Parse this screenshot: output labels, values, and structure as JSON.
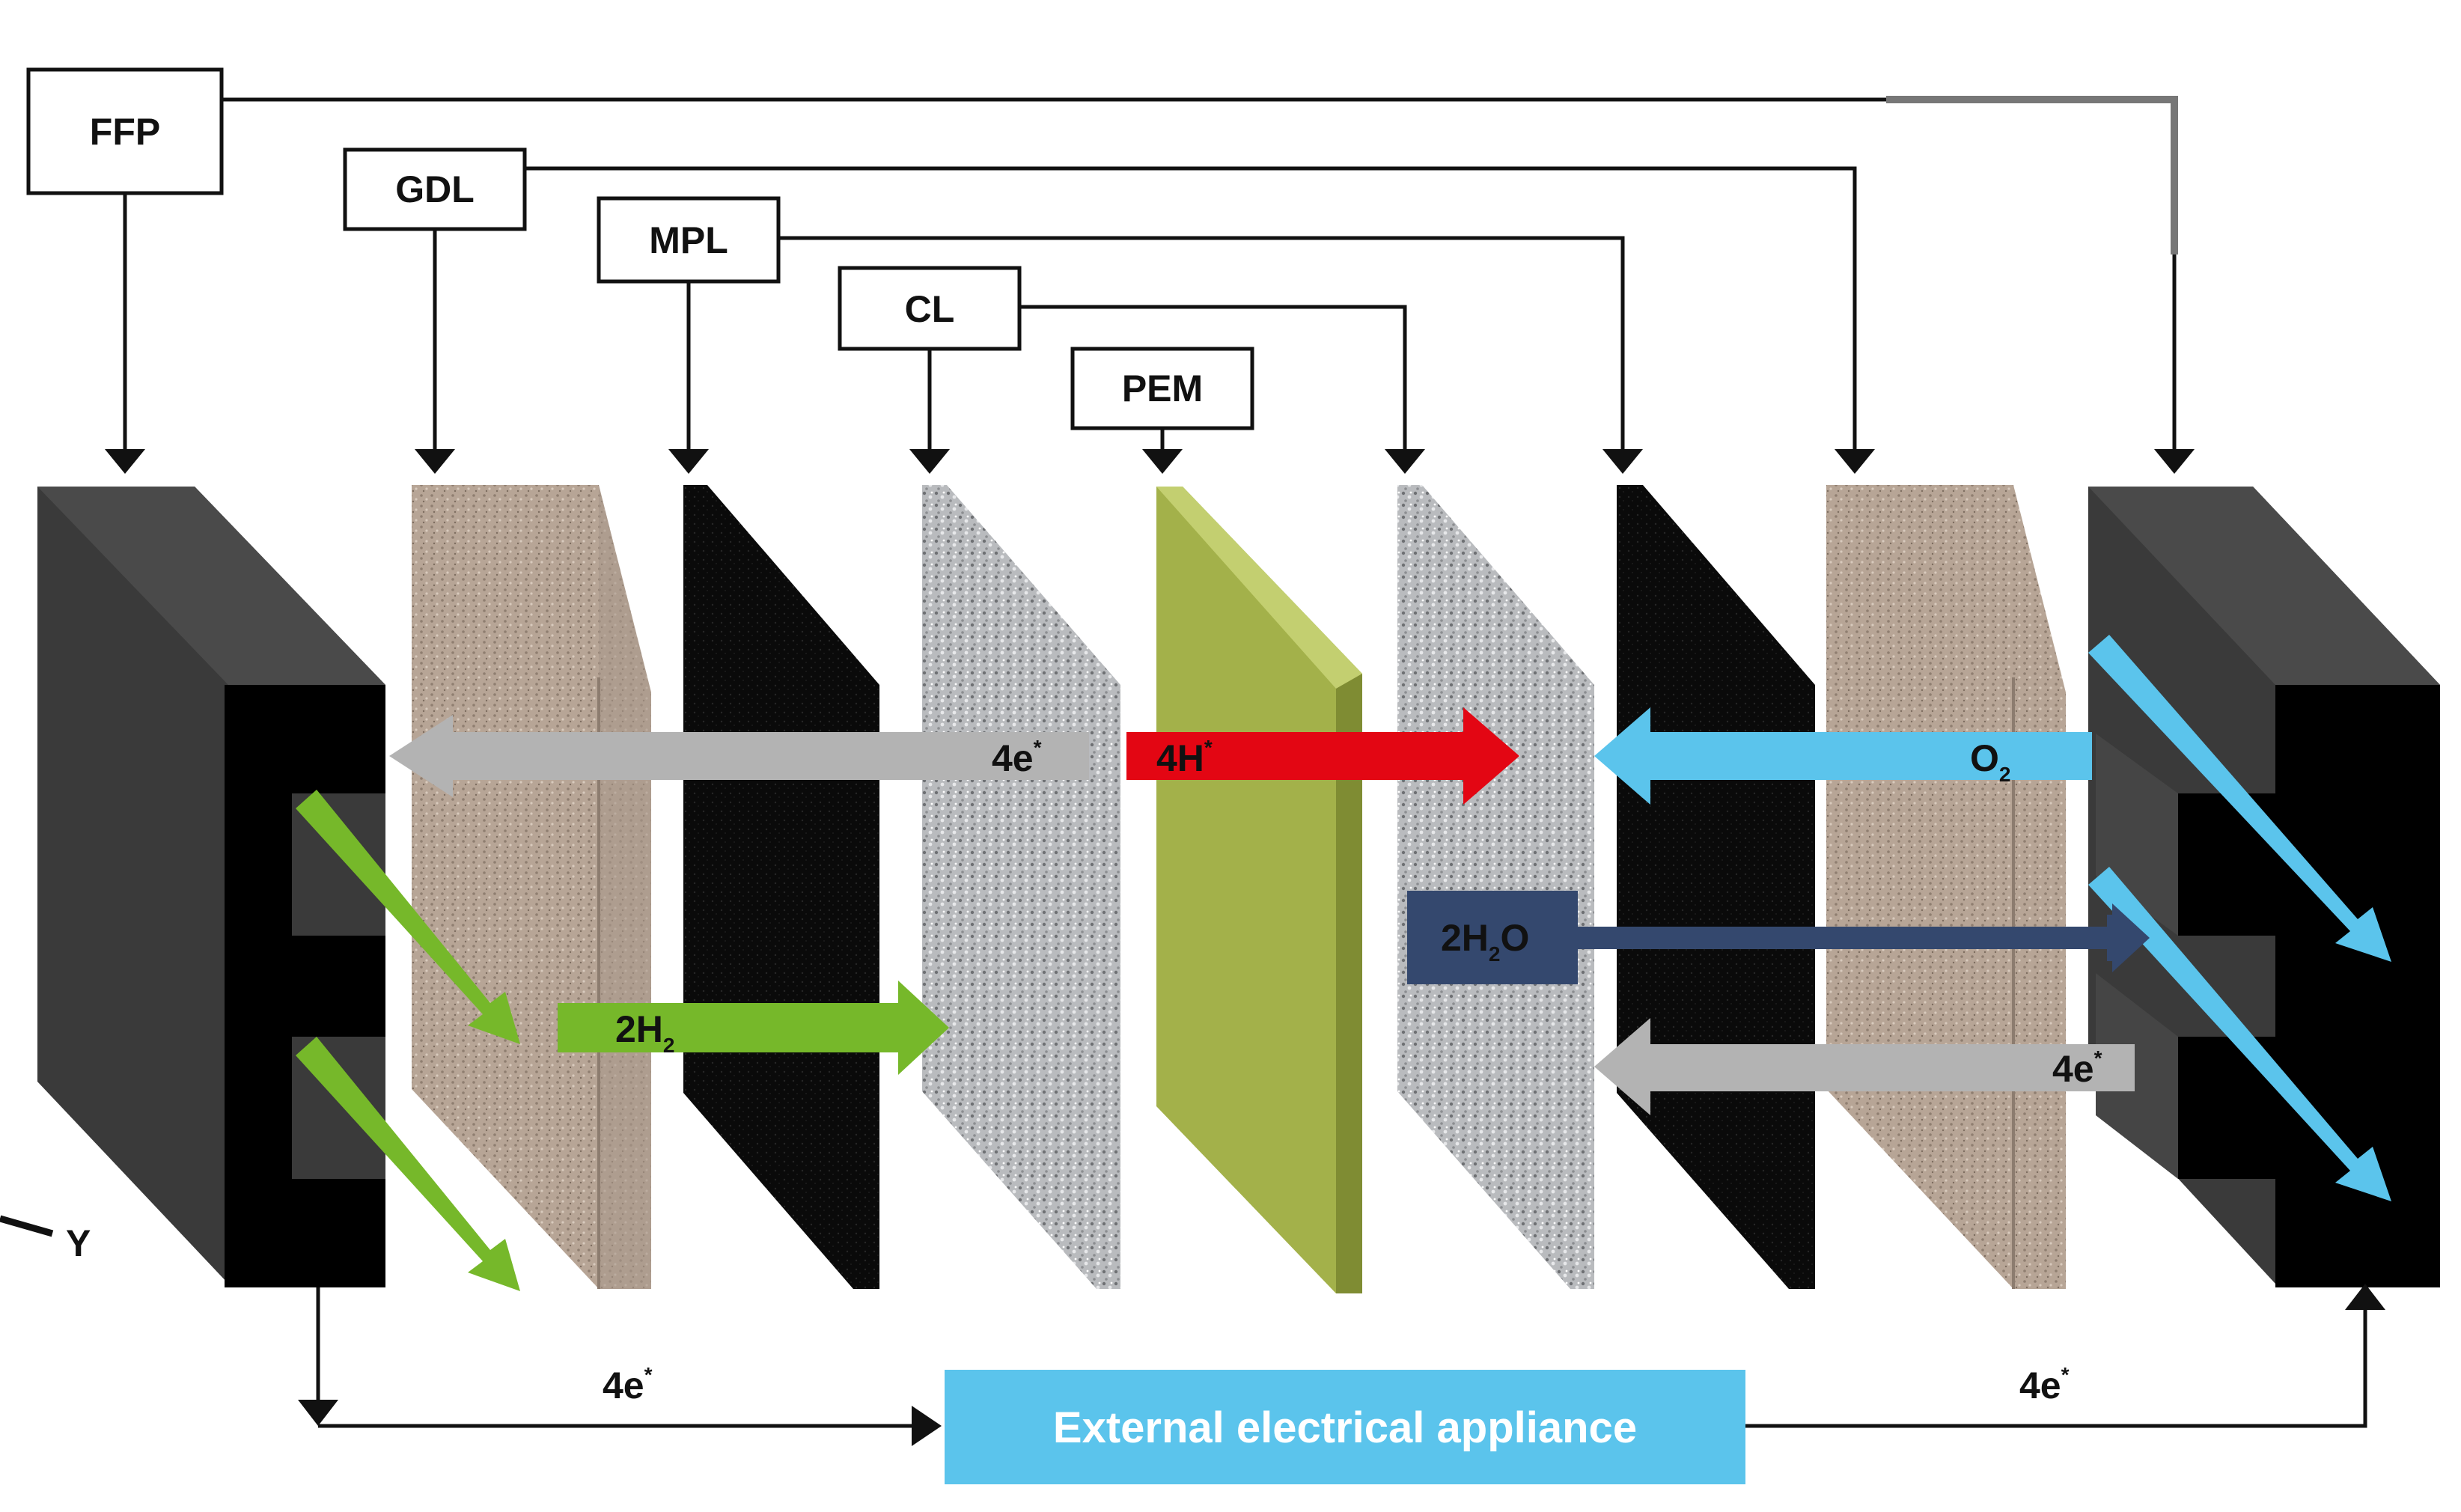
{
  "components": {
    "ffp": "FFP",
    "gdl": "GDL",
    "mpl": "MPL",
    "cl": "CL",
    "pem": "PEM"
  },
  "flows": {
    "electrons_anode": {
      "main": "4e",
      "sup": "*"
    },
    "protons": {
      "main": "4H",
      "sup": "*"
    },
    "oxygen": {
      "main": "O",
      "sub": "2"
    },
    "hydrogen": {
      "main": "2H",
      "sub": "2"
    },
    "water": {
      "pre": "2H",
      "sub": "2",
      "post": "O"
    },
    "electrons_cathode": {
      "main": "4e",
      "sup": "*"
    },
    "electrons_external_left": {
      "main": "4e",
      "sup": "*"
    },
    "electrons_external_right": {
      "main": "4e",
      "sup": "*"
    }
  },
  "external_appliance": "External electrical appliance",
  "axis_label": "Y",
  "colors": {
    "hydrogen_green": "#76b82a",
    "oxygen_blue": "#5bc4ec",
    "proton_red": "#e30613",
    "water_navy": "#34486e",
    "electron_gray": "#b3b3b3",
    "pem_olive": "#a3b14a",
    "external_box": "#5bc4ec",
    "plate_dark": "#3b3b3b",
    "gdl_tan": "#b7a596",
    "cl_gray": "#a9abad"
  }
}
